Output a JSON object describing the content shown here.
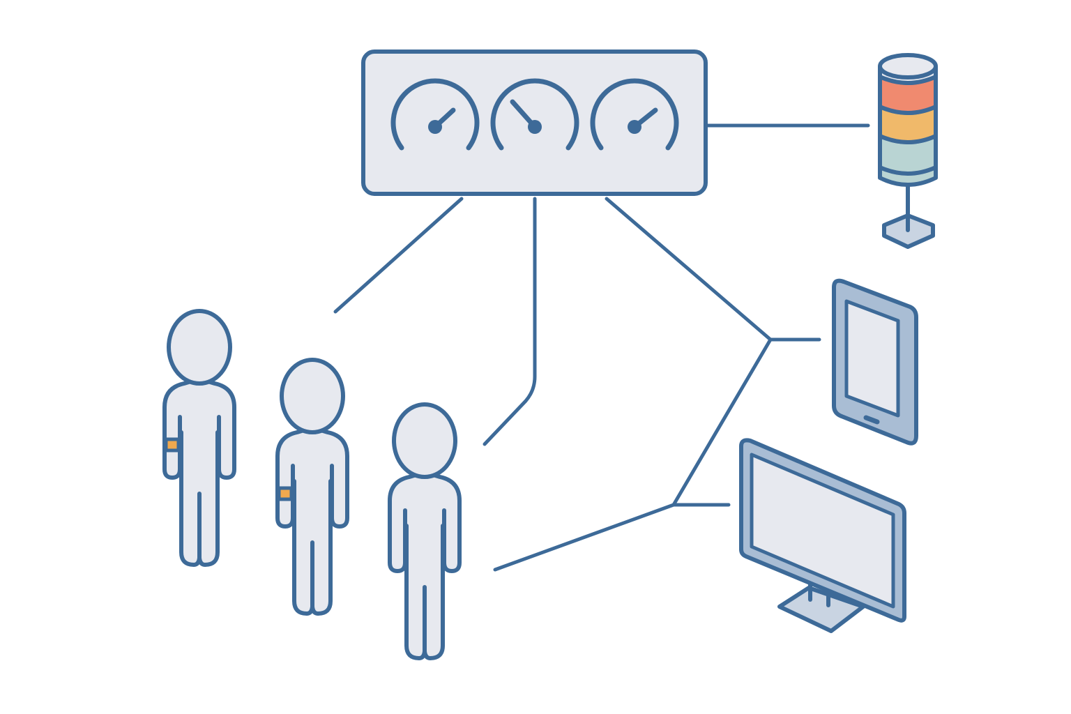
{
  "colors": {
    "stroke": "#3d6a98",
    "fill": "#e7e9ef",
    "background": "#ffffff",
    "signal_red": "#f08a6f",
    "signal_amber": "#f0b96a",
    "signal_teal": "#b9d4d3",
    "armband": "#f0a94f",
    "screen_blue": "#a9bdd4",
    "stand": "#c9d4e2"
  },
  "icons": {
    "monitor_panel": "dashboard-gauges-icon",
    "tower_light": "signal-tower-light-icon",
    "tablet": "tablet-icon",
    "display": "computer-monitor-icon",
    "people": "worker-group-icon"
  },
  "nodes": [
    {
      "id": "gauge-panel",
      "icon": "dashboard-gauges-icon",
      "gauges": 3
    },
    {
      "id": "tower-light",
      "icon": "signal-tower-light-icon",
      "segments": [
        "red",
        "amber",
        "teal"
      ]
    },
    {
      "id": "tablet",
      "icon": "tablet-icon"
    },
    {
      "id": "monitor",
      "icon": "computer-monitor-icon"
    },
    {
      "id": "workers",
      "icon": "worker-group-icon",
      "count": 3
    }
  ],
  "edges": [
    {
      "from": "gauge-panel",
      "to": "tower-light"
    },
    {
      "from": "gauge-panel",
      "to": "workers"
    },
    {
      "from": "gauge-panel",
      "to": "workers"
    },
    {
      "from": "gauge-panel",
      "to": "tablet"
    },
    {
      "from": "gauge-panel",
      "to": "monitor"
    },
    {
      "from": "workers",
      "to": "monitor"
    }
  ]
}
